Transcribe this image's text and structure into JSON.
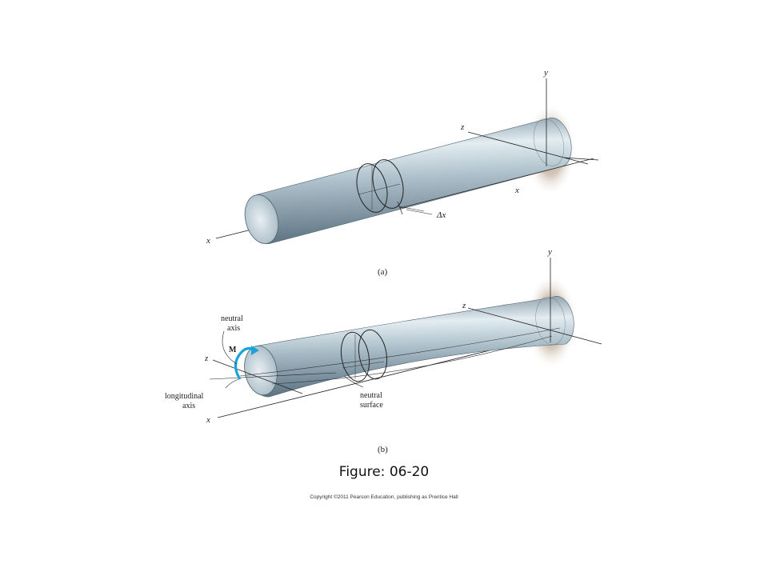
{
  "figure_a": {
    "panel_label": "(a)",
    "axis_y": "y",
    "axis_z": "z",
    "axis_x_left": "x",
    "axis_x_dim": "x",
    "delta_x": "Δx"
  },
  "figure_b": {
    "panel_label": "(b)",
    "axis_y": "y",
    "axis_z_right": "z",
    "axis_z_left": "z",
    "axis_x": "x",
    "moment": "M",
    "neutral_axis_line1": "neutral",
    "neutral_axis_line2": "axis",
    "longitudinal_line1": "longitudinal",
    "longitudinal_line2": "axis",
    "neutral_surface_line1": "neutral",
    "neutral_surface_line2": "surface"
  },
  "caption": "Figure: 06-20",
  "copyright": "Copyright ©2011 Pearson Education, publishing as Prentice Hall",
  "colors": {
    "rod_light": "#dfe9ef",
    "rod_mid": "#9fb3bf",
    "rod_dark": "#5f7583",
    "wall_shadow": "#b9a893",
    "moment_arrow": "#1aa3d9"
  }
}
